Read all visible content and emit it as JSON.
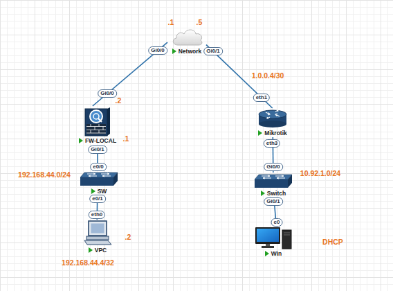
{
  "diagram": {
    "nodes": [
      {
        "text": [
          "Network"
        ]
      },
      {
        "text": [
          "FW-LOCAL"
        ]
      },
      {
        "text": [
          "Mikrotik"
        ]
      },
      {
        "text": [
          "SW"
        ]
      },
      {
        "text": [
          "Switch"
        ]
      },
      {
        "text": [
          "VPC"
        ]
      },
      {
        "text": [
          "Win"
        ]
      }
    ],
    "edges": [
      {
        "from": 0,
        "to": 1,
        "arrow": "none"
      },
      {
        "from": 0,
        "to": 2,
        "arrow": "none"
      },
      {
        "from": 1,
        "to": 3,
        "arrow": "none"
      },
      {
        "from": 3,
        "to": 5,
        "arrow": "none"
      },
      {
        "from": 2,
        "to": 4,
        "arrow": "none"
      },
      {
        "from": 4,
        "to": 6,
        "arrow": "none"
      }
    ],
    "labels": [
      ".1",
      ".5",
      "Gi0/0",
      "Gi0/1",
      "Gi0/0",
      ".2",
      "1.0.0.4/30",
      "eth1",
      ".1",
      "Gi0/1",
      "eth3",
      "e0/0",
      "Gi0/0",
      "192.168.44.0/24",
      "10.92.1.0/24",
      "Gi0/1",
      "e0/1",
      "eth0",
      "e0",
      ".2",
      "DHCP",
      "192.168.44.4/32"
    ]
  }
}
